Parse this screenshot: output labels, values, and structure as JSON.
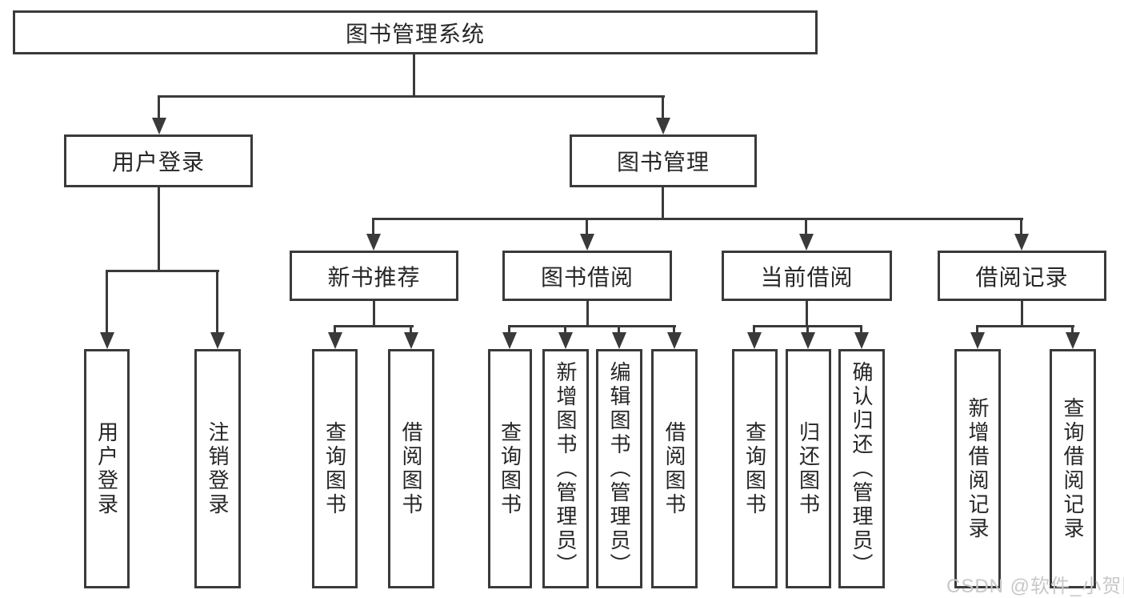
{
  "diagram": {
    "tree": {
      "label": "图书管理系统",
      "children": [
        {
          "label": "用户登录",
          "children": [
            {
              "label": "用户登录"
            },
            {
              "label": "注销登录"
            }
          ]
        },
        {
          "label": "图书管理",
          "children": [
            {
              "label": "新书推荐",
              "children": [
                {
                  "label": "查询图书"
                },
                {
                  "label": "借阅图书"
                }
              ]
            },
            {
              "label": "图书借阅",
              "children": [
                {
                  "label": "查询图书"
                },
                {
                  "label": "新增图书（管理员）"
                },
                {
                  "label": "编辑图书（管理员）"
                },
                {
                  "label": "借阅图书"
                }
              ]
            },
            {
              "label": "当前借阅",
              "children": [
                {
                  "label": "查询图书"
                },
                {
                  "label": "归还图书"
                },
                {
                  "label": "确认归还（管理员）"
                }
              ]
            },
            {
              "label": "借阅记录",
              "children": [
                {
                  "label": "新增借阅记录"
                },
                {
                  "label": "查询借阅记录"
                }
              ]
            }
          ]
        }
      ]
    },
    "watermark": {
      "text": "CSDN @软件_小贺同学"
    },
    "colors": {
      "line": "#3a3a3a",
      "text": "#262626",
      "watermark_text": "#c8c8c8",
      "background": "#ffffff"
    }
  }
}
